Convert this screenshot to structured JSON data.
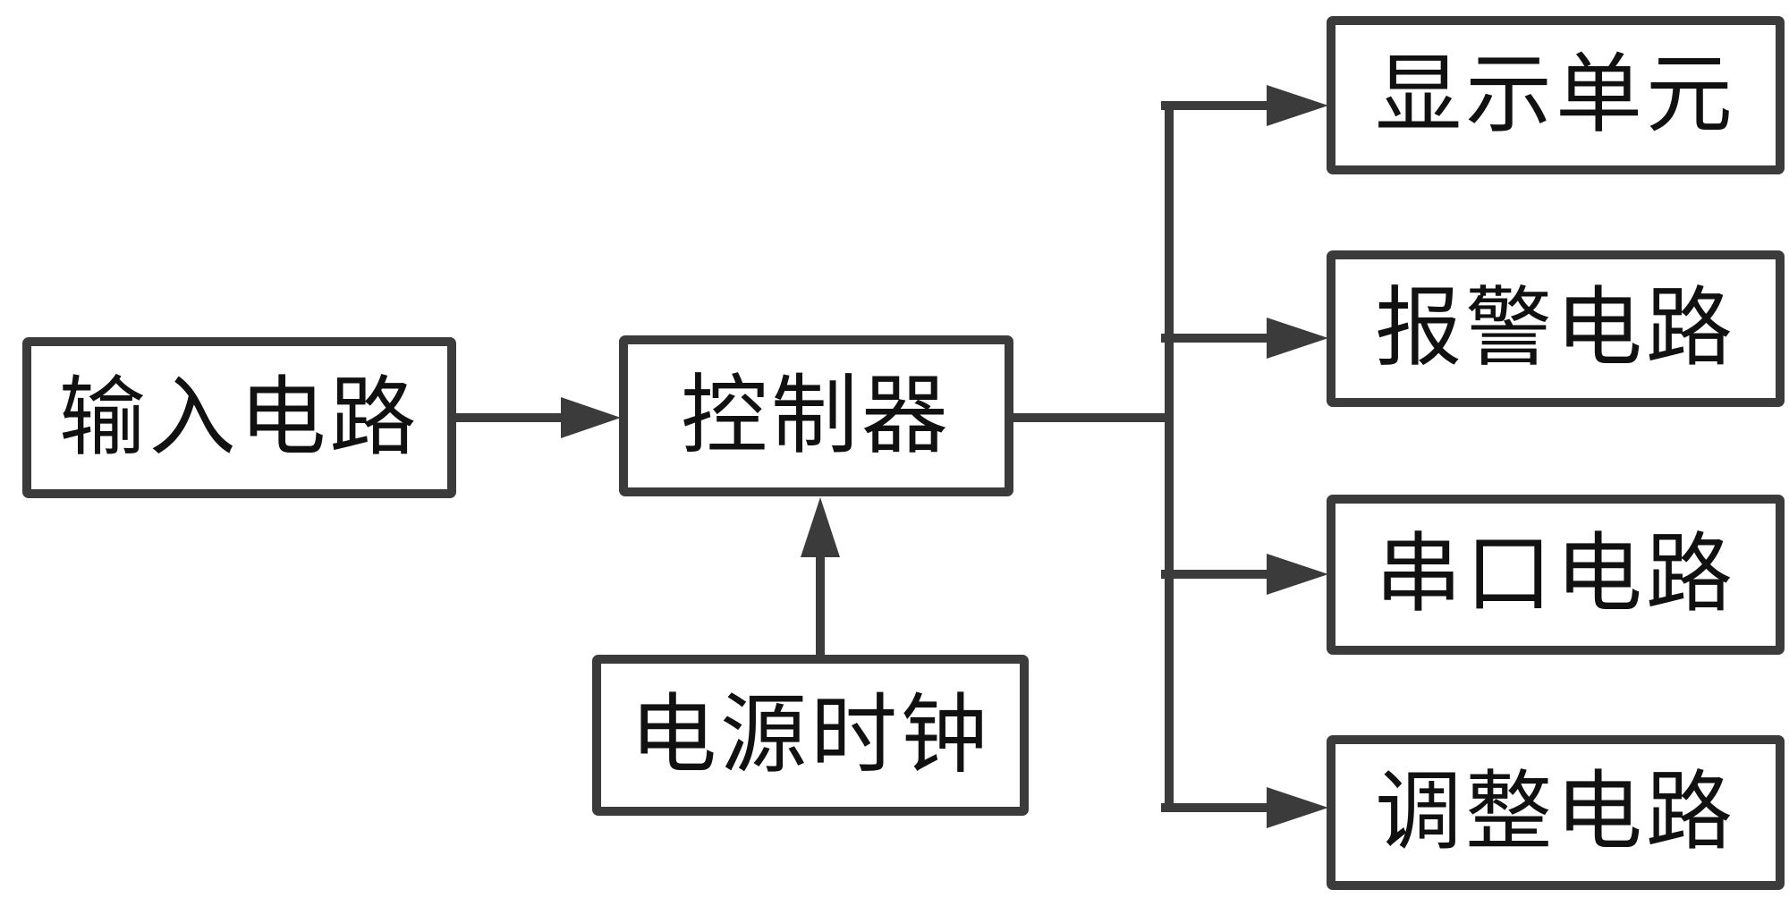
{
  "diagram": {
    "type": "block-diagram",
    "colors": {
      "line": "#3b3b3b",
      "box_border": "#3b3b3b",
      "box_fill": "#ffffff",
      "text": "#111111",
      "background": "#ffffff"
    },
    "boxes": {
      "input": {
        "label": "输入电路"
      },
      "controller": {
        "label": "控制器"
      },
      "power_clock": {
        "label": "电源时钟"
      },
      "display": {
        "label": "显示单元"
      },
      "alarm": {
        "label": "报警电路"
      },
      "serial": {
        "label": "串口电路"
      },
      "adjust": {
        "label": "调整电路"
      }
    },
    "edges": [
      {
        "from": "输入电路",
        "to": "控制器",
        "type": "arrow"
      },
      {
        "from": "电源时钟",
        "to": "控制器",
        "type": "arrow"
      },
      {
        "from": "控制器",
        "to": "显示单元",
        "type": "arrow"
      },
      {
        "from": "控制器",
        "to": "报警电路",
        "type": "arrow"
      },
      {
        "from": "控制器",
        "to": "串口电路",
        "type": "arrow"
      },
      {
        "from": "控制器",
        "to": "调整电路",
        "type": "arrow"
      }
    ]
  }
}
